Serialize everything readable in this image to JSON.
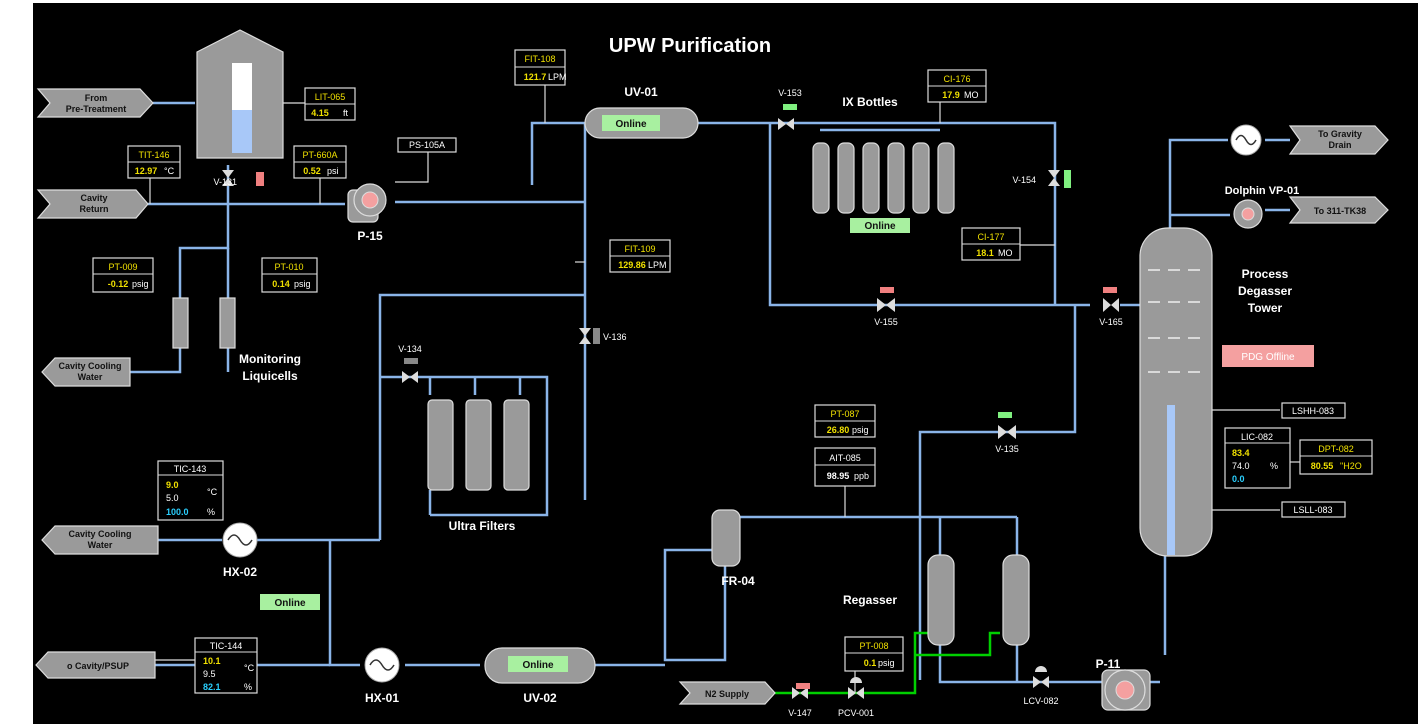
{
  "title": "UPW Purification",
  "status": {
    "online": "Online",
    "pdg_offline": "PDG Offline"
  },
  "colors": {
    "background": "#000000",
    "pipe": "#8ab4e8",
    "n2_pipe": "#00d000",
    "value": "#f0e000",
    "online_badge": "#a8f0a0",
    "offline_badge": "#f4a0a0"
  },
  "arrows": {
    "from_pretreatment_1": "From",
    "from_pretreatment_2": "Pre-Treatment",
    "cavity_return_1": "Cavity",
    "cavity_return_2": "Return",
    "cavity_cooling_1_1": "Cavity Cooling",
    "cavity_cooling_1_2": "Water",
    "cavity_cooling_2_1": "Cavity Cooling",
    "cavity_cooling_2_2": "Water",
    "to_cavity_psup": "o Cavity/PSUP",
    "n2_supply": "N2 Supply",
    "to_gravity_1": "To Gravity",
    "to_gravity_2": "Drain",
    "to_311": "To 311-TK38"
  },
  "equipment": {
    "p15": "P-15",
    "p11": "P-11",
    "uv01": "UV-01",
    "uv02": "UV-02",
    "hx01": "HX-01",
    "hx02": "HX-02",
    "fr04": "FR-04",
    "regasser": "Regasser",
    "ix_bottles": "IX Bottles",
    "ultra_filters": "Ultra Filters",
    "liquicells_1": "Monitoring",
    "liquicells_2": "Liquicells",
    "dolphin": "Dolphin VP-01",
    "pdg_1": "Process",
    "pdg_2": "Degasser",
    "pdg_3": "Tower"
  },
  "valves": {
    "v131": "V-131",
    "v153": "V-153",
    "v154": "V-154",
    "v155": "V-155",
    "v165": "V-165",
    "v136": "V-136",
    "v134": "V-134",
    "v135": "V-135",
    "v147": "V-147",
    "pcv001": "PCV-001",
    "lcv082": "LCV-082"
  },
  "instruments": {
    "lit065": {
      "tag": "LIT-065",
      "value": "4.15",
      "unit": "ft"
    },
    "tit146": {
      "tag": "TIT-146",
      "value": "12.97",
      "unit": "°C"
    },
    "pt660a": {
      "tag": "PT-660A",
      "value": "0.52",
      "unit": "psi"
    },
    "ps105a": {
      "tag": "PS-105A"
    },
    "fit108": {
      "tag": "FIT-108",
      "value": "121.7",
      "unit": "LPM"
    },
    "fit109": {
      "tag": "FIT-109",
      "value": "129.86",
      "unit": "LPM"
    },
    "pt009": {
      "tag": "PT-009",
      "value": "-0.12",
      "unit": "psig"
    },
    "pt010": {
      "tag": "PT-010",
      "value": "0.14",
      "unit": "psig"
    },
    "ci176": {
      "tag": "CI-176",
      "value": "17.9",
      "unit": "MO"
    },
    "ci177": {
      "tag": "CI-177",
      "value": "18.1",
      "unit": "MO"
    },
    "pt087": {
      "tag": "PT-087",
      "value": "26.80",
      "unit": "psig"
    },
    "ait085": {
      "tag": "AIT-085",
      "value": "98.95",
      "unit": "ppb"
    },
    "pt008": {
      "tag": "PT-008",
      "value": "0.1",
      "unit": "psig"
    },
    "tic143": {
      "tag": "TIC-143",
      "sp": "9.0",
      "pv": "5.0",
      "unit1": "°C",
      "out": "100.0",
      "unit2": "%"
    },
    "tic144": {
      "tag": "TIC-144",
      "sp": "10.1",
      "pv": "9.5",
      "unit1": "°C",
      "out": "82.1",
      "unit2": "%"
    },
    "lic082": {
      "tag": "LIC-082",
      "sp": "83.4",
      "pv": "74.0",
      "unit": "%",
      "out": "0.0"
    },
    "dpt082": {
      "tag": "DPT-082",
      "value": "80.55",
      "unit": "\"H2O"
    },
    "lshh083": {
      "tag": "LSHH-083"
    },
    "lsll083": {
      "tag": "LSLL-083"
    }
  }
}
